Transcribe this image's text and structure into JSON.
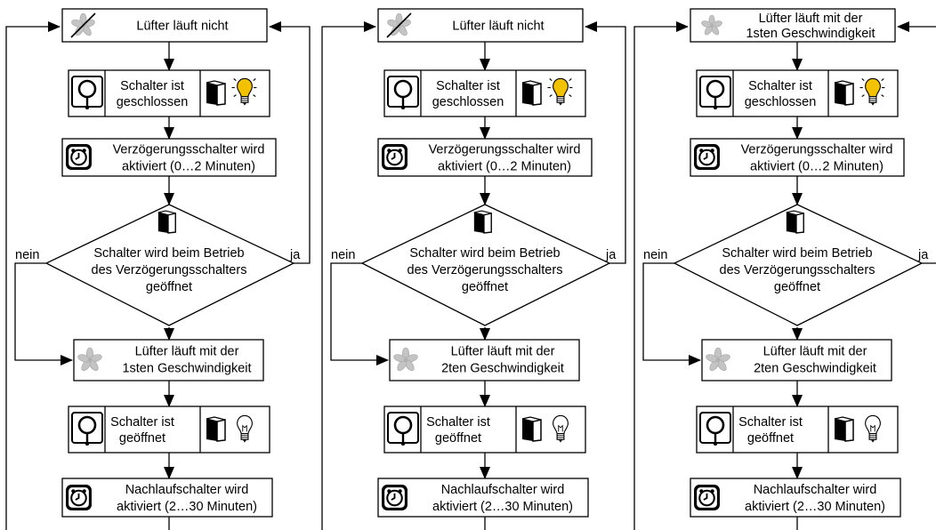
{
  "labels": {
    "no": "nein",
    "yes": "ja"
  },
  "colors": {
    "bulb_on": "#f2c200",
    "fan": "#b8b8b8",
    "line": "#000000"
  },
  "columns": [
    {
      "start_lines": [
        "Lüfter läuft nicht"
      ],
      "start_icon": "fan-off-icon",
      "switch_closed": [
        "Schalter ist",
        "geschlossen"
      ],
      "delay_text": [
        "Verzögerungsschalter wird",
        "aktiviert (0…2 Minuten)"
      ],
      "decision_text": [
        "Schalter wird beim Betrieb",
        "des Verzögerungsschalters",
        "geöffnet"
      ],
      "speed_text": [
        "Lüfter läuft mit der",
        "1sten Geschwindigkeit"
      ],
      "switch_open": [
        "Schalter ist",
        "geöffnet"
      ],
      "after_text": [
        "Nachlaufschalter wird",
        "aktiviert (2…30 Minuten)"
      ]
    },
    {
      "start_lines": [
        "Lüfter läuft nicht"
      ],
      "start_icon": "fan-off-icon",
      "switch_closed": [
        "Schalter ist",
        "geschlossen"
      ],
      "delay_text": [
        "Verzögerungsschalter wird",
        "aktiviert (0…2 Minuten)"
      ],
      "decision_text": [
        "Schalter wird beim Betrieb",
        "des Verzögerungsschalters",
        "geöffnet"
      ],
      "speed_text": [
        "Lüfter läuft mit der",
        "2ten Geschwindigkeit"
      ],
      "switch_open": [
        "Schalter ist",
        "geöffnet"
      ],
      "after_text": [
        "Nachlaufschalter wird",
        "aktiviert (2…30 Minuten)"
      ]
    },
    {
      "start_lines": [
        "Lüfter läuft mit der",
        "1sten Geschwindigkeit"
      ],
      "start_icon": "fan-icon",
      "switch_closed": [
        "Schalter ist",
        "geschlossen"
      ],
      "delay_text": [
        "Verzögerungsschalter wird",
        "aktiviert (0…2 Minuten)"
      ],
      "decision_text": [
        "Schalter wird beim Betrieb",
        "des Verzögerungsschalters",
        "geöffnet"
      ],
      "speed_text": [
        "Lüfter läuft mit der",
        "2ten Geschwindigkeit"
      ],
      "switch_open": [
        "Schalter ist",
        "geöffnet"
      ],
      "after_text": [
        "Nachlaufschalter wird",
        "aktiviert (2…30 Minuten)"
      ]
    }
  ]
}
